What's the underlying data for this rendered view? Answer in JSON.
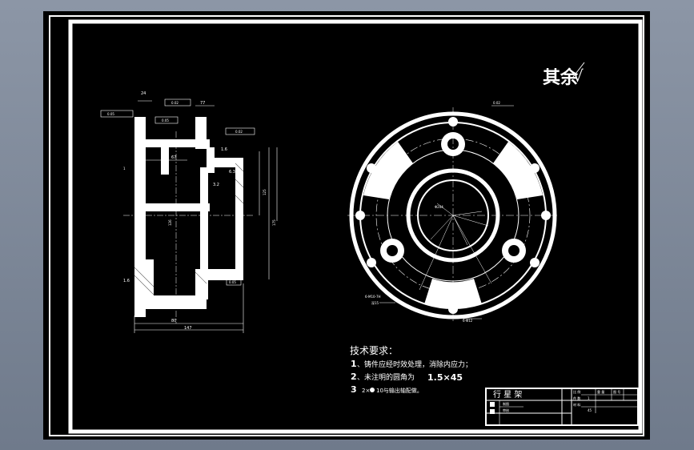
{
  "surface_text": "其余",
  "surface_symbol": "√",
  "tech": {
    "title": "技术要求：",
    "items": [
      {
        "num": "1",
        "text": "、铸件应经时效处理，消除内应力；"
      },
      {
        "num": "2",
        "text": "、未注明的圆角为"
      },
      {
        "num": "3",
        "text": "2×"
      }
    ],
    "chamfer": "1.5×45",
    "item3_rest": "10与输出轴配做。"
  },
  "title_block": {
    "part_name": "行 星 架",
    "row1_labels": [
      "比 例",
      "件 数",
      "重 量",
      "图 号"
    ],
    "row1_values": [
      "1"
    ],
    "material_label": "材 料",
    "material": "45",
    "drawn_label": "制图",
    "checked_label": "审核"
  },
  "dims": {
    "d24": "24",
    "d77": "77",
    "d67": "67",
    "d80": "80",
    "d147": "147",
    "d125": "125",
    "d175": "175",
    "d126": "126",
    "tol1": "0.05",
    "tol2": "0.02",
    "ra1": "1.6",
    "ra2": "3.2",
    "ra3": "6.3",
    "c1": "1",
    "pcd": "Φ204",
    "holes": "6-Φ12",
    "bolts": "6-M10-7H",
    "thread_depth": "深15"
  }
}
